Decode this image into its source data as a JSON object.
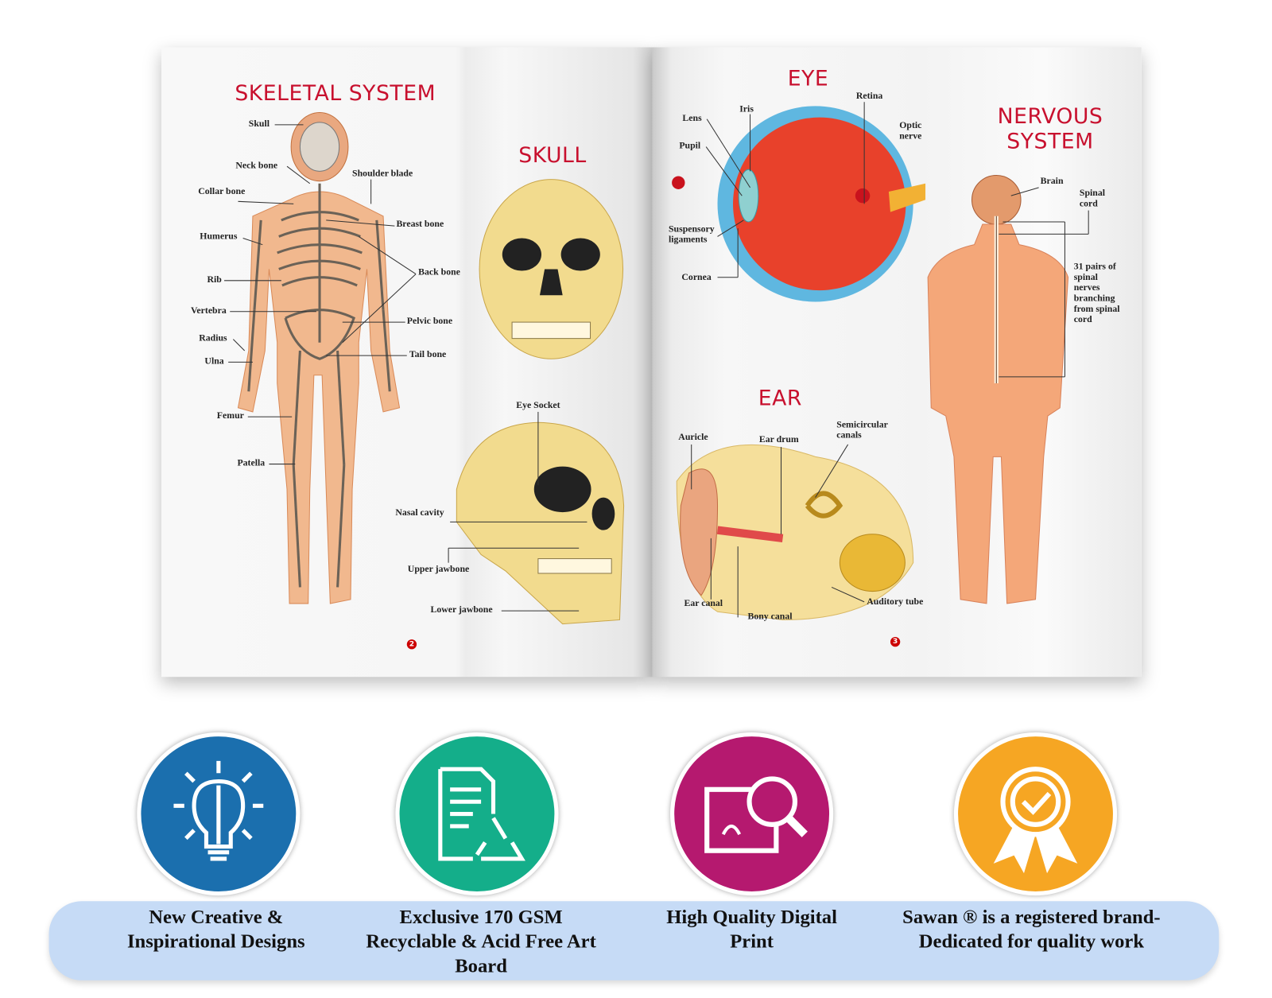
{
  "left_page": {
    "title": "SKELETAL SYSTEM",
    "skeleton_labels": [
      "Skull",
      "Neck bone",
      "Shoulder blade",
      "Collar bone",
      "Breast bone",
      "Humerus",
      "Back bone",
      "Rib",
      "Vertebra",
      "Pelvic bone",
      "Radius",
      "Tail bone",
      "Ulna",
      "Femur",
      "Patella"
    ],
    "skull_title": "SKULL",
    "skull_labels": [
      "Eye Socket",
      "Nasal cavity",
      "Upper jawbone",
      "Lower jawbone"
    ],
    "page_number": "2"
  },
  "right_page": {
    "eye_title": "EYE",
    "eye_labels": [
      "Retina",
      "Iris",
      "Lens",
      "Optic nerve",
      "Pupil",
      "Suspensory ligaments",
      "Cornea"
    ],
    "nervous_title": "NERVOUS SYSTEM",
    "nervous_labels": [
      "Brain",
      "Spinal cord",
      "31 pairs of spinal nerves branching from spinal cord"
    ],
    "ear_title": "EAR",
    "ear_labels": [
      "Auricle",
      "Ear drum",
      "Semicircular canals",
      "Ear canal",
      "Bony canal",
      "Auditory tube"
    ],
    "page_number": "3"
  },
  "features": [
    {
      "icon": "lightbulb-brain-icon",
      "color": "#1b6fae",
      "text": "New Creative & Inspirational Designs"
    },
    {
      "icon": "recycle-document-icon",
      "color": "#14ae8a",
      "text": "Exclusive 170 GSM Recyclable & Acid Free Art Board"
    },
    {
      "icon": "magnify-print-icon",
      "color": "#b5196f",
      "text": "High Quality Digital Print"
    },
    {
      "icon": "award-ribbon-icon",
      "color": "#f6a623",
      "text": "Sawan ® is a registered brand- Dedicated for quality work"
    }
  ]
}
